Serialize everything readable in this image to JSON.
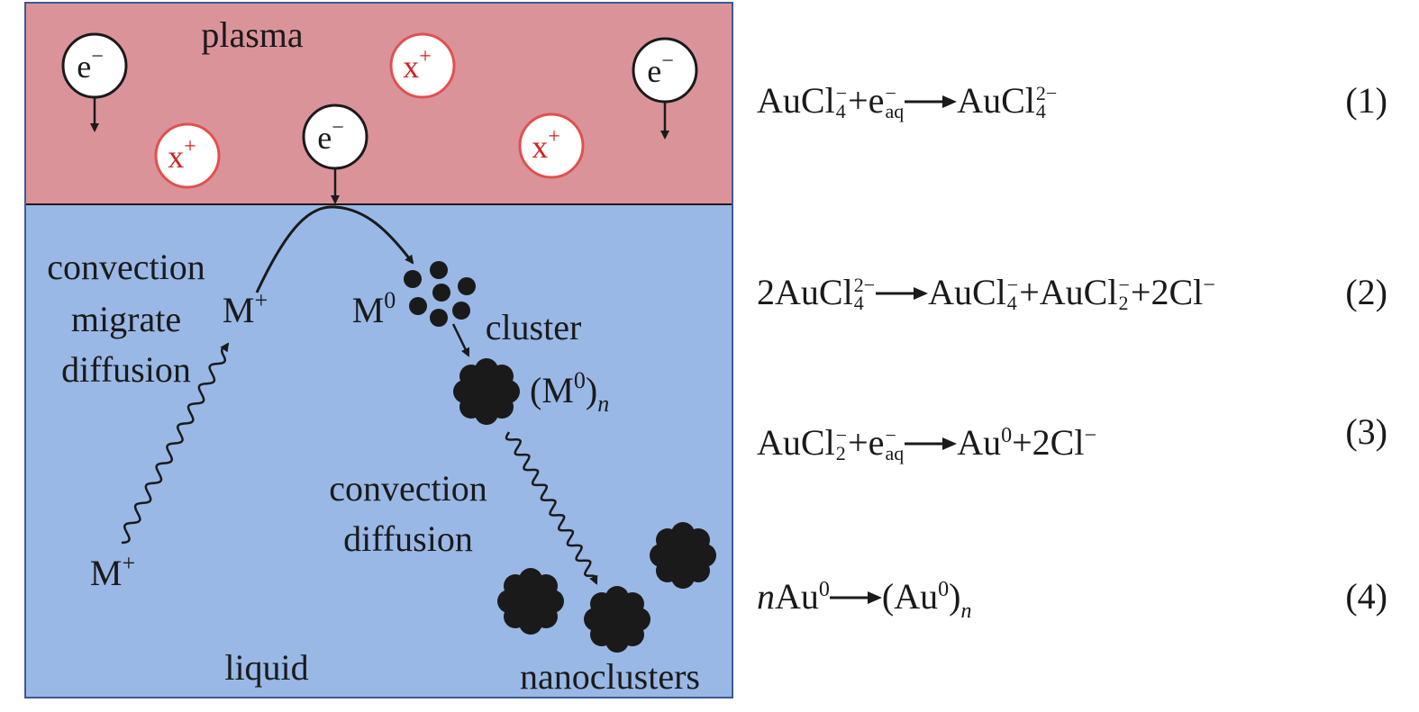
{
  "diagram": {
    "plasma_label": "plasma",
    "liquid_label": "liquid",
    "electron": "e",
    "minus": "−",
    "ion": "x",
    "plus": "+",
    "left_process": [
      "convection",
      "migrate",
      "diffusion"
    ],
    "m_plus": "M",
    "m_zero": "M",
    "zero": "0",
    "cluster_label": "cluster",
    "cluster_formula_prefix": "(M",
    "cluster_formula_suffix": ")",
    "cluster_n": "n",
    "right_process": [
      "convection",
      "diffusion"
    ],
    "nanoclusters_label": "nanoclusters",
    "colors": {
      "plasma": "#db939a",
      "liquid": "#99b8e5",
      "ion_text": "#d02020",
      "ion_ring": "#e05050",
      "frame": "#3a5a94"
    }
  },
  "equations": [
    {
      "number": "(1)"
    },
    {
      "number": "(2)"
    },
    {
      "number": "(3)"
    },
    {
      "number": "(4)"
    }
  ],
  "eq_text": {
    "AuCl": "AuCl",
    "plus_sign": "+",
    "e": "e",
    "aq": "aq",
    "minus": "−",
    "two_minus": "2−",
    "four": "4",
    "two": "2",
    "zero": "0",
    "coef_2": "2",
    "Cl": "2Cl",
    "Au": "Au",
    "n": "n",
    "lparen_au": "(Au",
    "rparen": ")"
  }
}
